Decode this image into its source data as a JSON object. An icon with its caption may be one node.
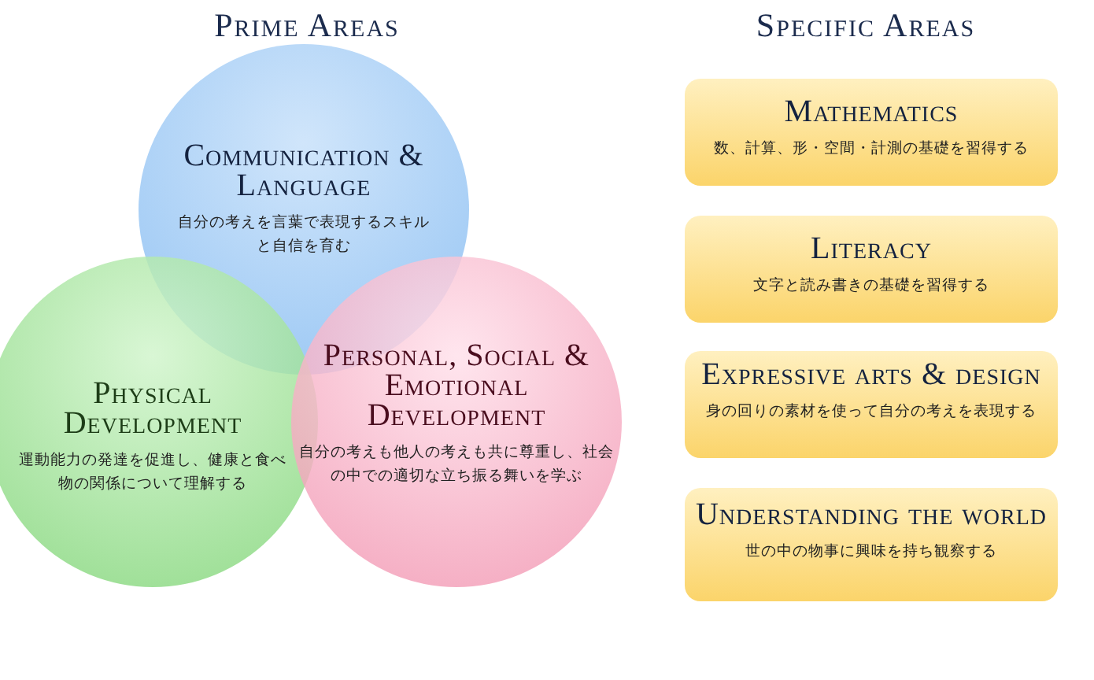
{
  "diagram": {
    "nodes": [
      {
        "text": [
          "Communication & Language",
          "自分の考えを言葉で表現するスキルと自信を育む"
        ]
      },
      {
        "text": [
          "Physical Development",
          "運動能力の発達を促進し、健康と食べ物の関係について理解する"
        ]
      },
      {
        "text": [
          "Personal, Social & Emotional Development",
          "自分の考えも他人の考えも共に尊重し、社会の中での適切な立ち振る舞いを学ぶ"
        ]
      },
      {
        "text": [
          "Mathematics",
          "数、計算、形・空間・計測の基礎を習得する"
        ]
      },
      {
        "text": [
          "Literacy",
          "文字と読み書きの基礎を習得する"
        ]
      },
      {
        "text": [
          "Expressive arts & design",
          "身の回りの素材を使って自分の考えを表現する"
        ]
      },
      {
        "text": [
          "Understanding the world",
          "世の中の物事に興味を持ち観察する"
        ]
      }
    ],
    "labels": [
      "Prime Areas",
      "Specific Areas"
    ]
  }
}
